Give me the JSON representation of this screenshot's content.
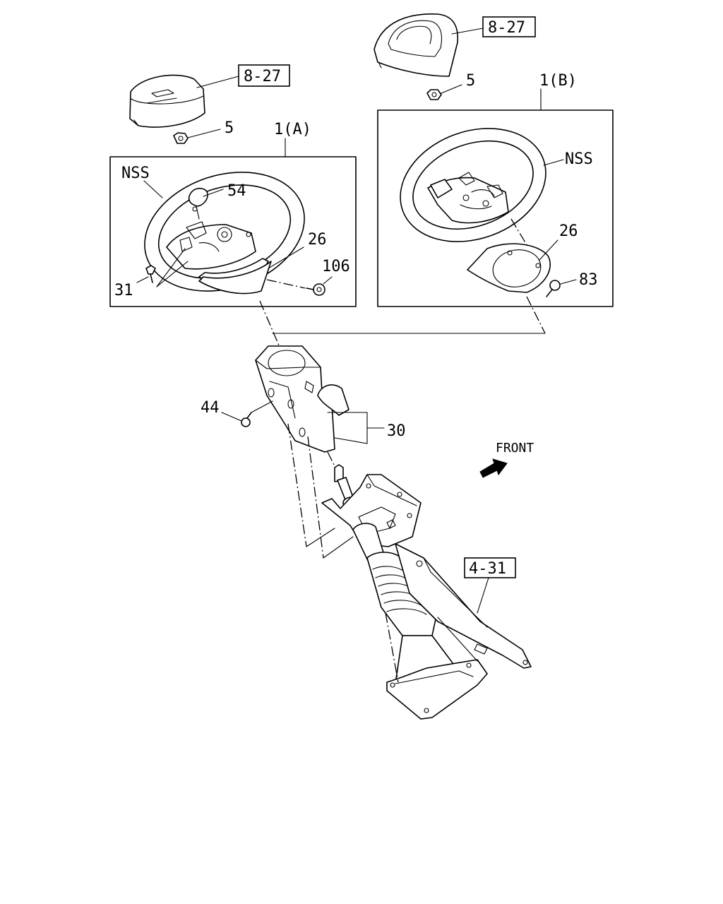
{
  "callouts": {
    "ref_8_27_left": "8-27",
    "ref_8_27_right": "8-27",
    "ref_4_31": "4-31",
    "nut_5_left": "5",
    "nut_5_right": "5",
    "wheel_1a": "1(A)",
    "wheel_1b": "1(B)",
    "nss_a": "NSS",
    "nss_b": "NSS",
    "part_54": "54",
    "part_26_a": "26",
    "part_26_b": "26",
    "part_106": "106",
    "part_31": "31",
    "part_83": "83",
    "part_44": "44",
    "part_30": "30",
    "front": "FRONT"
  }
}
